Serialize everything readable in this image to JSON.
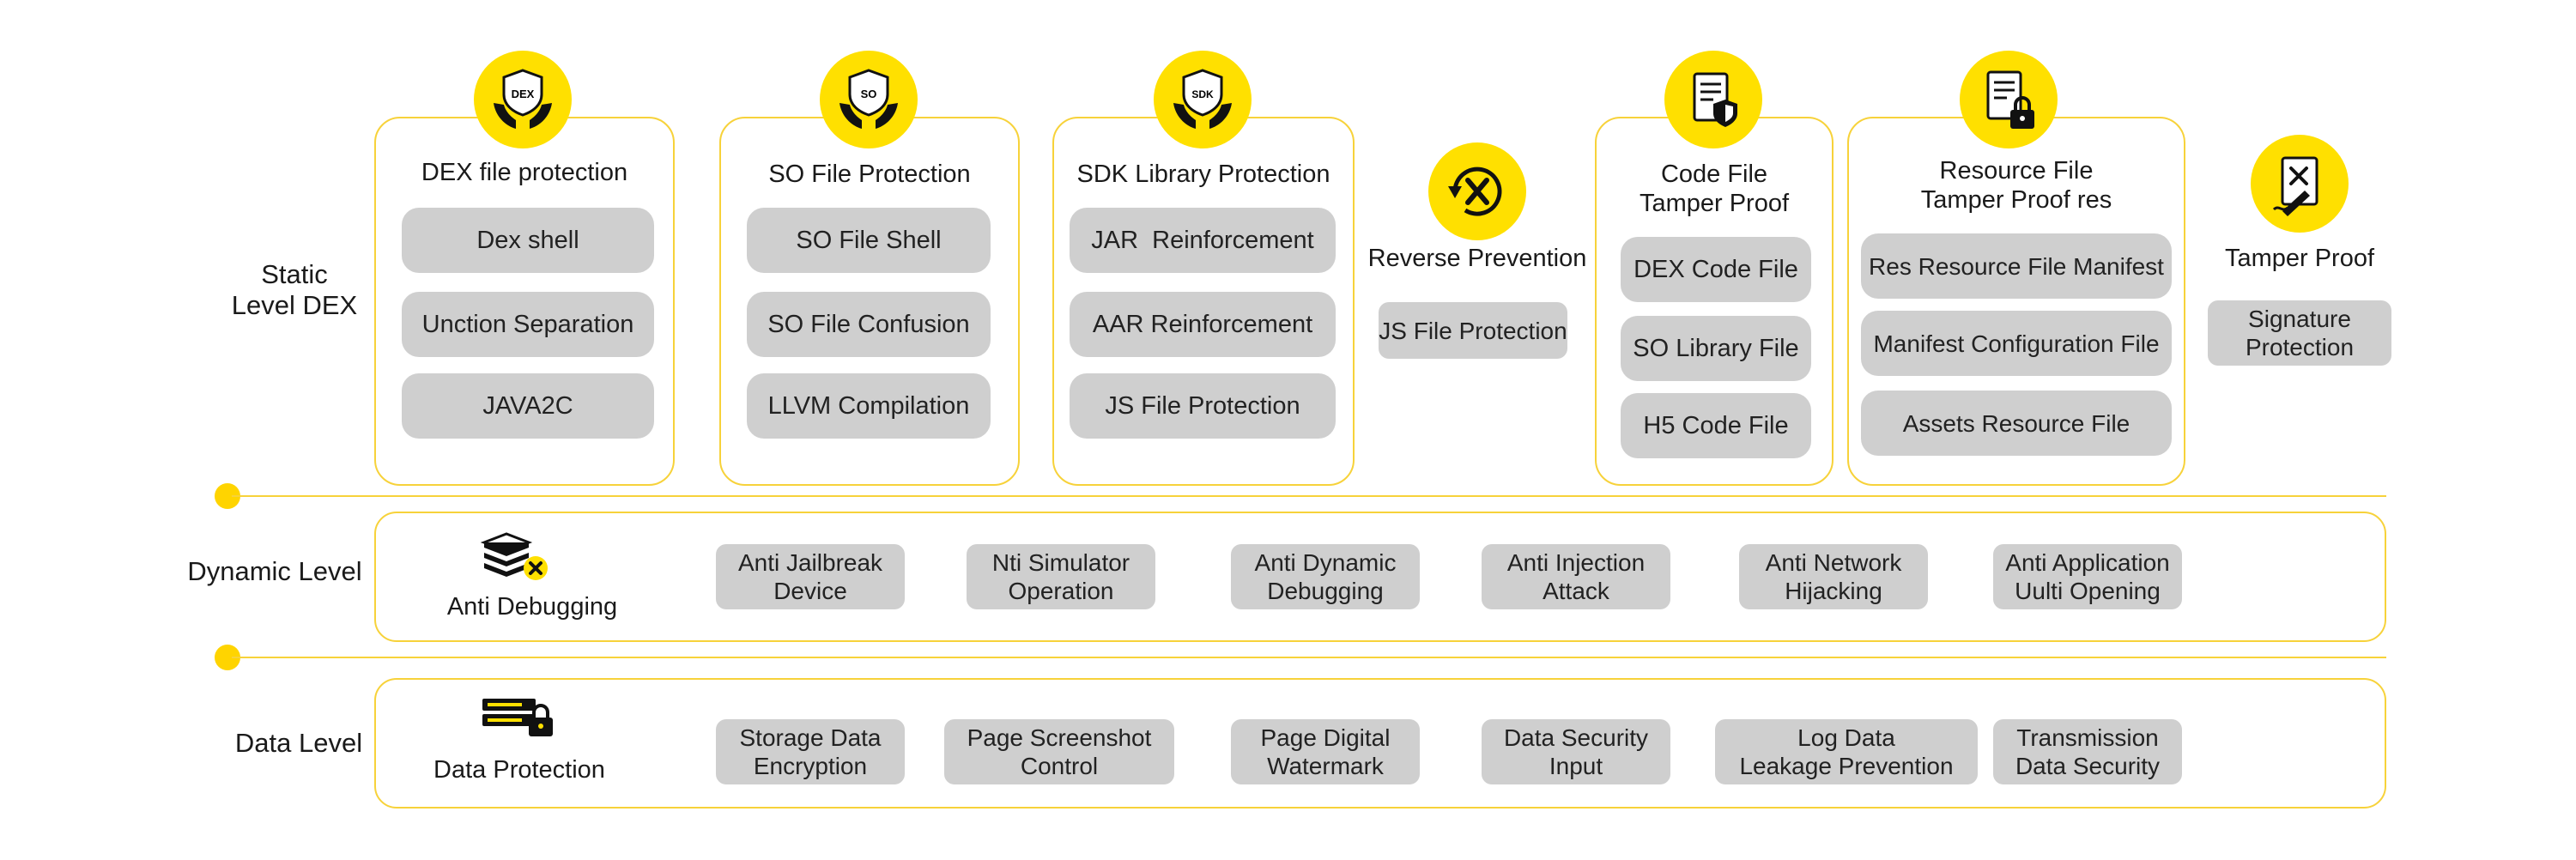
{
  "static_level": {
    "label": "Static\nLevel DEX",
    "groups": [
      {
        "title": "DEX file protection",
        "icon_text": "DEX",
        "items": [
          "Dex shell",
          "Unction Separation",
          "JAVA2C"
        ]
      },
      {
        "title": "SO File Protection",
        "icon_text": "SO",
        "items": [
          "SO File Shell",
          "SO File Confusion",
          "LLVM Compilation"
        ]
      },
      {
        "title": "SDK Library Protection",
        "icon_text": "SDK",
        "items": [
          "JAR  Reinforcement",
          "AAR Reinforcement",
          "JS File Protection"
        ]
      },
      {
        "title": "Reverse Prevention",
        "items": [
          "JS File Protection"
        ]
      },
      {
        "title": "Code File\nTamper Proof",
        "items": [
          "DEX Code File",
          "SO Library File",
          "H5 Code File"
        ]
      },
      {
        "title": "Resource File\nTamper Proof res",
        "items": [
          "Res Resource File Manifest",
          "Manifest Configuration File",
          "Assets Resource File"
        ]
      },
      {
        "title": "Tamper Proof",
        "items": [
          "Signature\nProtection"
        ]
      }
    ]
  },
  "dynamic_level": {
    "label": "Dynamic Level",
    "feature": "Anti Debugging",
    "items": [
      "Anti Jailbreak\nDevice",
      "Nti Simulator\nOperation",
      "Anti Dynamic\nDebugging",
      "Anti Injection\nAttack",
      "Anti Network\nHijacking",
      "Anti Application\nUulti Opening"
    ]
  },
  "data_level": {
    "label": "Data Level",
    "feature": "Data Protection",
    "items": [
      "Storage Data\nEncryption",
      "Page Screenshot\nControl",
      "Page Digital\nWatermark",
      "Data Security\nInput",
      "Log Data\nLeakage Prevention",
      "Transmission\nData Security"
    ]
  },
  "colors": {
    "accent": "#ffe000",
    "border": "#f7d23a",
    "pill": "#cfcfcf"
  }
}
